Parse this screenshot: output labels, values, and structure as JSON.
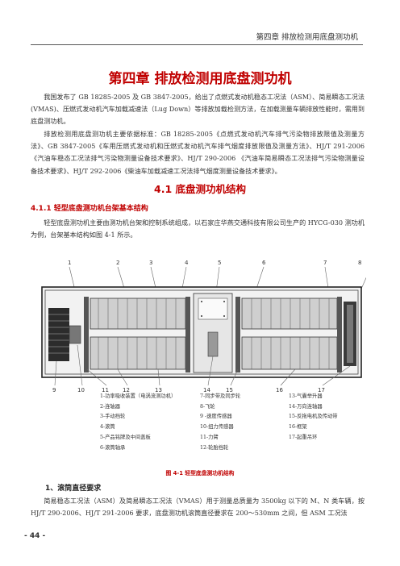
{
  "header": {
    "title": "第四章 排放检测用底盘测功机"
  },
  "chapter_title": "第四章  排放检测用底盘测功机",
  "intro": [
    "我国发布了 GB 18285-2005 及 GB 3847-2005，给出了点燃式发动机稳态工况法（ASM）、简易瞬态工况法(VMAS)、压燃式发动机汽车加载减速法（Lug Down）等排放加载检测方法，在加载测量车辆排放性能时，需用到底盘测功机。",
    "排放检测用底盘测功机主要依据标准：GB 18285-2005《点燃式发动机汽车排气污染物排放限值及测量方法》、GB 3847-2005《车用压燃式发动机和压燃式发动机汽车排气烟度排放限值及测量方法》、HJ/T 291-2006 《汽油车稳态工况法排气污染物测量设备技术要求》、HJ/T 290-2006 《汽油车简易瞬态工况法排气污染物测量设备技术要求》、HJ/T 292-2006《柴油车加载减速工况法排气烟度测量设备技术要求》。"
  ],
  "section_title": "4.1  底盘测功机结构",
  "subsection_title": "4.1.1 轻型底盘测功机台架基本结构",
  "sub_para": "轻型底盘测功机主要由测功机台架和控制系统组成，以石家庄华燕交通科技有限公司生产的 HYCG-030 测功机为例，台架基本结构如图 4-1 所示。",
  "figure": {
    "top_labels": [
      "1",
      "2",
      "3",
      "4",
      "5",
      "6",
      "7",
      "8"
    ],
    "bottom_labels": [
      "9",
      "10",
      "11",
      "12",
      "13",
      "14",
      "15",
      "16",
      "17"
    ]
  },
  "legend_col1": [
    "1-功率吸收装置（电涡流测功机）",
    "2-连轴器",
    "3-手动挡轮",
    "4-滚筒",
    "5-产品铭牌及中间盖板",
    "6-滚筒轴承"
  ],
  "legend_col2": [
    "7-同步带及同步轮",
    "8-飞轮",
    "9 -速度传感器",
    "10-扭力传感器",
    "11-力臂",
    "12-轮胎挡轮"
  ],
  "legend_col3": [
    "13-气囊举升器",
    "14-万向连轴器",
    "15-反拖电机及传动带",
    "16-框架",
    "17-起重吊环"
  ],
  "figure_caption": "图 4-1  轻型底盘测功机结构",
  "item_heading": "1、滚筒直径要求",
  "item_para": "简易稳态工况法（ASM）及简易瞬态工况法（VMAS）用于测量总质量为 3500kg 以下的 M、N 类车辆，按 HJ/T 290-2006、HJ/T 291-2006 要求，底盘测功机滚筒直径要求在 200～530mm 之间，但 ASM 工况法",
  "page_number": "- 44 -"
}
